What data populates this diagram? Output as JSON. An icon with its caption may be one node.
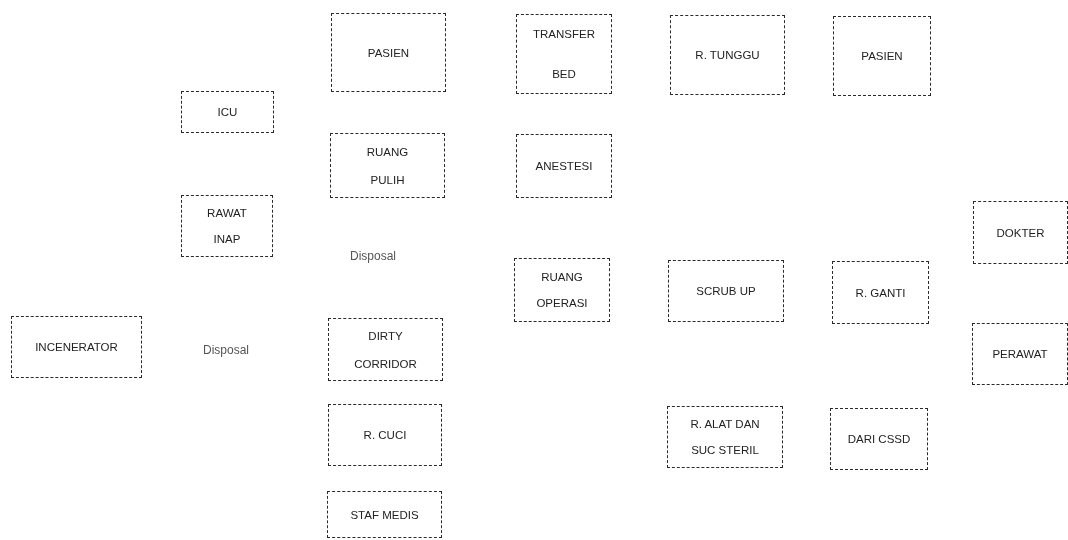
{
  "diagram": {
    "nodes": [
      {
        "text": [
          "PASIEN"
        ]
      },
      {
        "text": [
          "TRANSFER BED"
        ]
      },
      {
        "text": [
          "R. TUNGGU"
        ]
      },
      {
        "text": [
          "PASIEN"
        ]
      },
      {
        "text": [
          "ICU"
        ]
      },
      {
        "text": [
          "RUANG PULIH"
        ]
      },
      {
        "text": [
          "ANESTESI"
        ]
      },
      {
        "text": [
          "RAWAT INAP"
        ]
      },
      {
        "text": [
          "DOKTER"
        ]
      },
      {
        "text": [
          "RUANG OPERASI"
        ]
      },
      {
        "text": [
          "SCRUB UP"
        ]
      },
      {
        "text": [
          "R. GANTI"
        ]
      },
      {
        "text": [
          "INCENERATOR"
        ]
      },
      {
        "text": [
          "DIRTY CORRIDOR"
        ]
      },
      {
        "text": [
          "PERAWAT"
        ]
      },
      {
        "text": [
          "R. CUCI"
        ]
      },
      {
        "text": [
          "R. ALAT DAN SUC STERIL"
        ]
      },
      {
        "text": [
          "DARI CSSD"
        ]
      },
      {
        "text": [
          "STAF MEDIS"
        ]
      }
    ],
    "labels": [
      "Disposal",
      "Disposal"
    ]
  }
}
